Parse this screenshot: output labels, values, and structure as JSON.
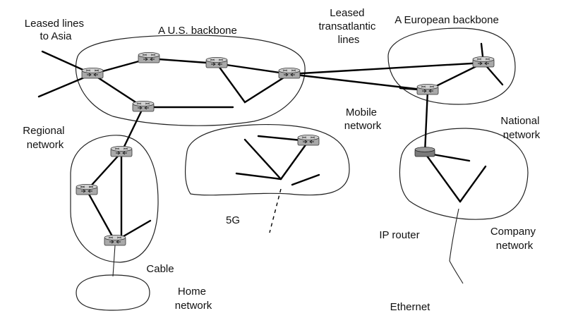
{
  "labels": {
    "leased_asia": [
      "Leased lines",
      "to Asia"
    ],
    "us_backbone": "A U.S. backbone",
    "leased_transatlantic": [
      "Leased",
      "transatlantic",
      "lines"
    ],
    "european_backbone": "A European backbone",
    "regional_network": [
      "Regional",
      "network"
    ],
    "mobile_network": [
      "Mobile",
      "network"
    ],
    "national_network": [
      "National",
      "network"
    ],
    "five_g": "5G",
    "ip_router": "IP router",
    "company_network": [
      "Company",
      "network"
    ],
    "cable": "Cable",
    "home_network": [
      "Home",
      "network"
    ],
    "ethernet": "Ethernet"
  },
  "colors": {
    "router_body": "#a9a9a9",
    "router_top": "#cfcfcf",
    "ip_router_body": "#7a7a7a",
    "line": "#000000"
  },
  "icons": {
    "router": "router-icon",
    "ip_router": "ip-router-icon"
  }
}
